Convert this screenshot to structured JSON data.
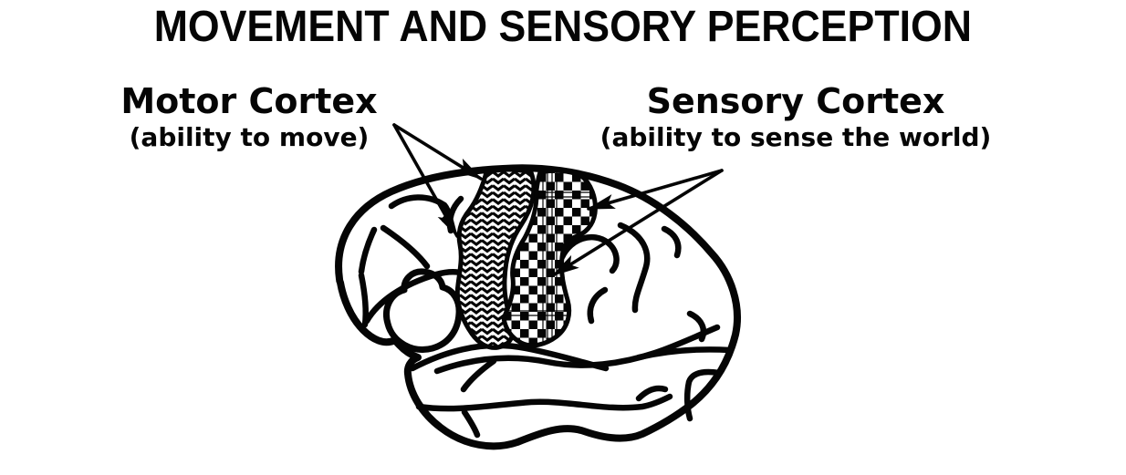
{
  "title": "MOVEMENT AND SENSORY PERCEPTION",
  "labels": {
    "motor": {
      "name": "Motor Cortex",
      "description": "(ability to move)"
    },
    "sensory": {
      "name": "Sensory Cortex",
      "description": "(ability to sense the world)"
    }
  },
  "diagram": {
    "subject": "human brain, lateral view, black-and-white line drawing",
    "regions": [
      {
        "id": "motor-cortex",
        "label": "Motor Cortex",
        "pattern": "herringbone",
        "meaning": "ability to move"
      },
      {
        "id": "sensory-cortex",
        "label": "Sensory Cortex",
        "pattern": "checkerboard",
        "meaning": "ability to sense the world"
      }
    ],
    "arrows": [
      {
        "from": "motor-label",
        "to": "motor-cortex-upper"
      },
      {
        "from": "motor-label",
        "to": "motor-cortex-middle"
      },
      {
        "from": "sensory-label",
        "to": "sensory-cortex-upper"
      },
      {
        "from": "sensory-label",
        "to": "sensory-cortex-middle"
      }
    ],
    "colors": {
      "ink": "#050505",
      "background": "#ffffff"
    }
  }
}
